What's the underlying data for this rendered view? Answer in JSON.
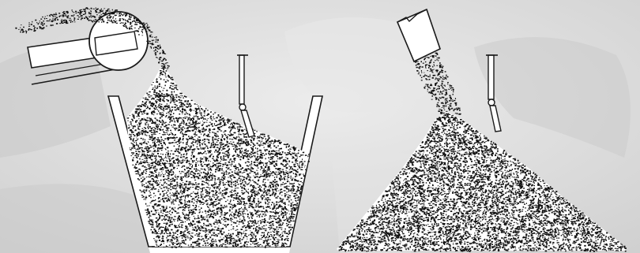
{
  "colors": {
    "background": "#dcdcdc",
    "background_light": "#ececec",
    "background_shadow": "#c4c4c4",
    "equipment_fill": "#ffffff",
    "line": "#1a1a1a",
    "grain": "#111111"
  },
  "panels": [
    {
      "scene": "conveyor-feeding-bin",
      "items": [
        "conveyor-belt",
        "head-pulley",
        "bin",
        "grain-pile",
        "level-sensor"
      ]
    },
    {
      "scene": "spout-feeding-open-pile",
      "items": [
        "feed-spout",
        "grain-pile",
        "level-sensor"
      ]
    }
  ]
}
